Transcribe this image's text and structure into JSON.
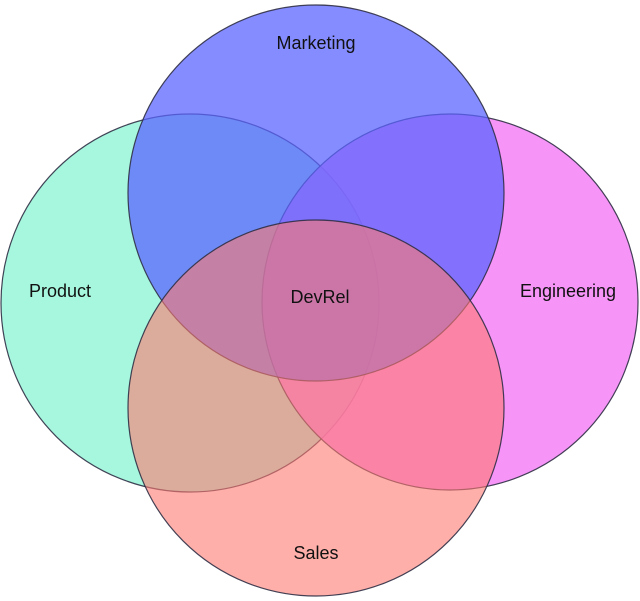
{
  "diagram": {
    "type": "venn",
    "sets": [
      {
        "id": "marketing",
        "label": "Marketing",
        "color": "#5a64ff"
      },
      {
        "id": "product",
        "label": "Product",
        "color": "#93f5d6"
      },
      {
        "id": "engineering",
        "label": "Engineering",
        "color": "#f47cf5"
      },
      {
        "id": "sales",
        "label": "Sales",
        "color": "#ff7a6f"
      }
    ],
    "center_label": "DevRel",
    "outline_color": "#2f2f45"
  }
}
